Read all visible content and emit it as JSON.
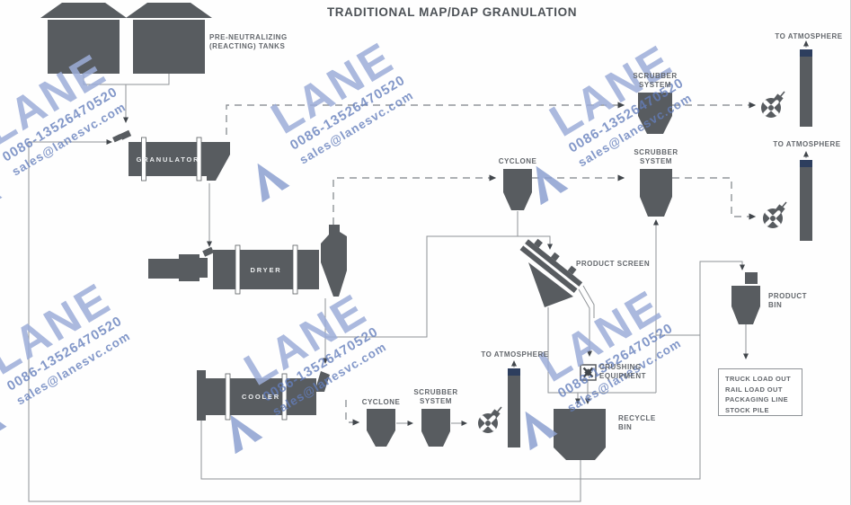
{
  "title": "TRADITIONAL MAP/DAP GRANULATION",
  "watermark": {
    "brand": "LANE",
    "phone": "0086-13526470520",
    "email": "sales@lanesvc.com"
  },
  "labels": {
    "tanks": "PRE-NEUTRALIZING\n(REACTING) TANKS",
    "granulator": "GRANULATOR",
    "dryer": "DRYER",
    "cooler": "COOLER",
    "cyclone": "CYCLONE",
    "scrubber": "SCRUBBER\nSYSTEM",
    "to_atmosphere": "TO ATMOSPHERE",
    "product_screen": "PRODUCT SCREEN",
    "crushing": "CRUSHING\nEQUIPMENT",
    "recycle_bin": "RECYCLE\nBIN",
    "product_bin": "PRODUCT\nBIN",
    "load_out": [
      "TRUCK LOAD OUT",
      "RAIL LOAD OUT",
      "PACKAGING LINE",
      "STOCK PILE"
    ]
  },
  "colors": {
    "equipment": "#585c60",
    "stack_cap": "#2d3e5e",
    "line": "#8f9397",
    "dashed_line": "#7d8287",
    "arrow": "#41464b",
    "label_text": "#63676c",
    "watermark_blue": "#9cadd8"
  }
}
